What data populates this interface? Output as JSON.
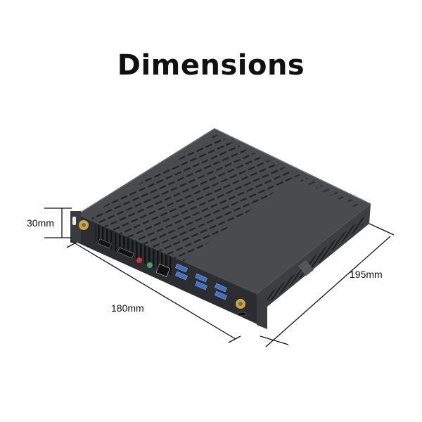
{
  "title": "Dimensions",
  "product": {
    "name": "mini-pc-ops-module",
    "colors": {
      "chassis_top": "#4a4b4f",
      "chassis_front": "#2c2d30",
      "chassis_side": "#3d3e42",
      "usb_blue": "#3a6fd8",
      "antenna_gold": "#c9a64a",
      "audio_red": "#c8363b",
      "audio_green": "#3aa56a"
    }
  },
  "dimensions": {
    "height": {
      "label": "30mm"
    },
    "width": {
      "label": "180mm"
    },
    "depth": {
      "label": "195mm"
    }
  }
}
